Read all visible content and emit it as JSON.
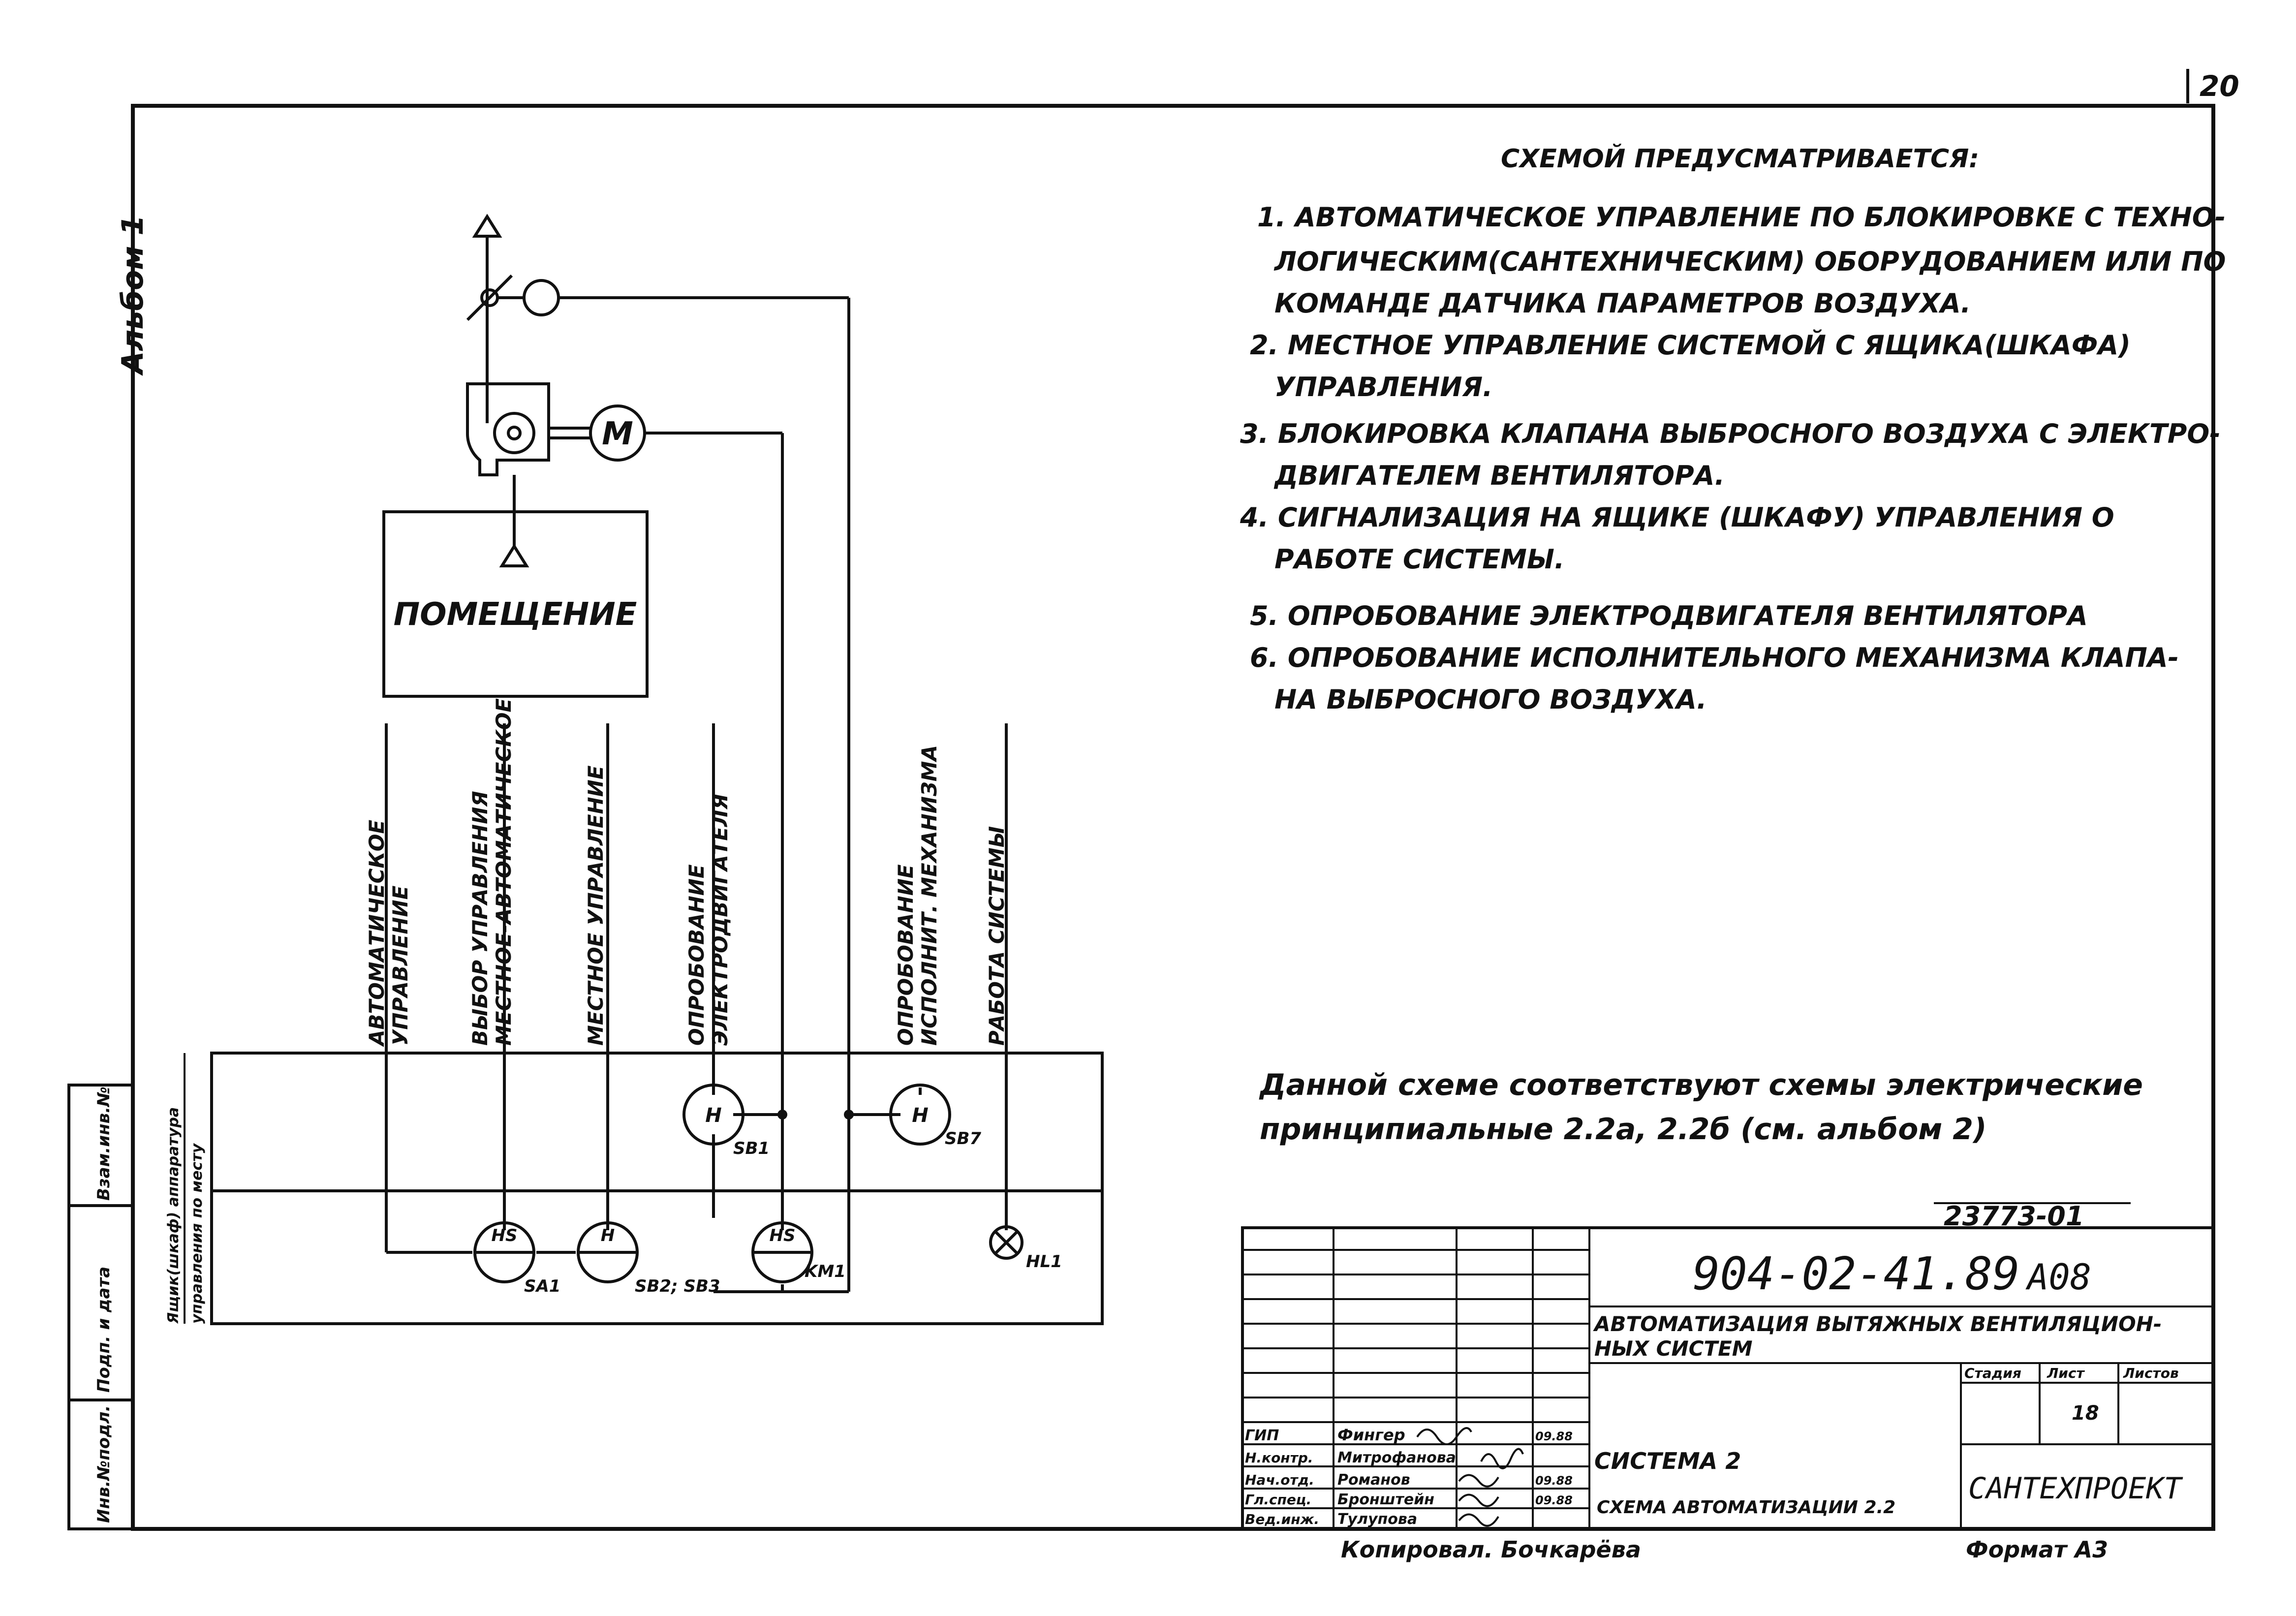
{
  "sheet": {
    "page_number": "20",
    "album_side_label": "Альбом 1"
  },
  "diagram": {
    "room_label": "ПОМЕЩЕНИЕ",
    "motor_label": "M",
    "column_labels": [
      {
        "id": "auto",
        "line1": "АВТОМАТИЧЕСКОЕ",
        "line2": "УПРАВЛЕНИЕ"
      },
      {
        "id": "select",
        "line1": "ВЫБОР УПРАВЛЕНИЯ",
        "line2": "МЕСТНОЕ-АВТОМАТИЧЕСКОЕ"
      },
      {
        "id": "local",
        "line1": "МЕСТНОЕ УПРАВЛЕНИЕ",
        "line2": ""
      },
      {
        "id": "test_motor",
        "line1": "ОПРОБОВАНИЕ",
        "line2": "ЭЛЕКТРОДВИГАТЕЛЯ"
      },
      {
        "id": "test_mech",
        "line1": "ОПРОБОВАНИЕ",
        "line2": "ИСПОЛНИТ. МЕХАНИЗМА"
      },
      {
        "id": "work",
        "line1": "РАБОТА СИСТЕМЫ",
        "line2": ""
      }
    ],
    "row_label_line1": "Ящик(шкаф) аппаратура",
    "row_label_line2": "управления по месту",
    "devices": [
      {
        "id": "sb1",
        "symbol": "H",
        "tag": "SB1"
      },
      {
        "id": "sb7",
        "symbol": "H",
        "tag": "SB7"
      },
      {
        "id": "sa1",
        "symbol": "HS",
        "tag": "SA1"
      },
      {
        "id": "sb2",
        "symbol": "H",
        "tag": "SB2; SB3"
      },
      {
        "id": "km1",
        "symbol": "HS",
        "tag": "KM1"
      },
      {
        "id": "hl1",
        "symbol": "",
        "tag": "HL1"
      }
    ]
  },
  "notes": {
    "heading": "СХЕМОЙ ПРЕДУСМАТРИВАЕТСЯ:",
    "items": [
      "1. АВТОМАТИЧЕСКОЕ УПРАВЛЕНИЕ ПО БЛОКИРОВКЕ С ТЕХНО-",
      "ЛОГИЧЕСКИМ(САНТЕХНИЧЕСКИМ) ОБОРУДОВАНИЕМ ИЛИ ПО",
      "КОМАНДЕ ДАТЧИКА ПАРАМЕТРОВ ВОЗДУХА.",
      "2. МЕСТНОЕ УПРАВЛЕНИЕ СИСТЕМОЙ С ЯЩИКА(ШКАФА)",
      "УПРАВЛЕНИЯ.",
      "3. БЛОКИРОВКА КЛАПАНА ВЫБРОСНОГО ВОЗДУХА С ЭЛЕКТРО-",
      "ДВИГАТЕЛЕМ ВЕНТИЛЯТОРА.",
      "4. СИГНАЛИЗАЦИЯ НА ЯЩИКЕ (ШКАФУ) УПРАВЛЕНИЯ О",
      "РАБОТЕ СИСТЕМЫ.",
      "5. ОПРОБОВАНИЕ ЭЛЕКТРОДВИГАТЕЛЯ ВЕНТИЛЯТОРА",
      "6. ОПРОБОВАНИЕ ИСПОЛНИТЕЛЬНОГО МЕХАНИЗМА КЛАПА-",
      "НА ВЫБРОСНОГО ВОЗДУХА."
    ],
    "reference_line1": "Данной схеме соответствуют схемы электрические",
    "reference_line2": "принципиальные 2.2а, 2.2б (см. альбом 2)"
  },
  "title_block": {
    "archive_number": "23773-01",
    "designation": "904-02-41.89",
    "set_code": "А08",
    "project_title_line1": "АВТОМАТИЗАЦИЯ ВЫТЯЖНЫХ ВЕНТИЛЯЦИОН-",
    "project_title_line2": "НЫХ СИСТЕМ",
    "stage_header": "Стадия",
    "sheet_header": "Лист",
    "sheets_header": "Листов",
    "sheet_value": "18",
    "drawing_name_line1": "СИСТЕМА 2",
    "drawing_name_line2": "СХЕМА АВТОМАТИЗАЦИИ 2.2",
    "organization": "САНТЕХПРОЕКТ",
    "staff": [
      {
        "role": "ГИП",
        "name": "Фингер",
        "date": "09.88"
      },
      {
        "role": "Н.контр.",
        "name": "Митрофанова",
        "date": ""
      },
      {
        "role": "Нач.отд.",
        "name": "Романов",
        "date": "09.88"
      },
      {
        "role": "Гл.спец.",
        "name": "Бронштейн",
        "date": "09.88"
      },
      {
        "role": "Вед.инж.",
        "name": "Тулупова",
        "date": ""
      }
    ],
    "copied_by": "Копировал. Бочкарёва",
    "format": "Формат А3"
  },
  "side_stamp": {
    "cells": [
      "Взам.инв.№",
      "Подп. и дата",
      "Инв.№подл."
    ]
  }
}
